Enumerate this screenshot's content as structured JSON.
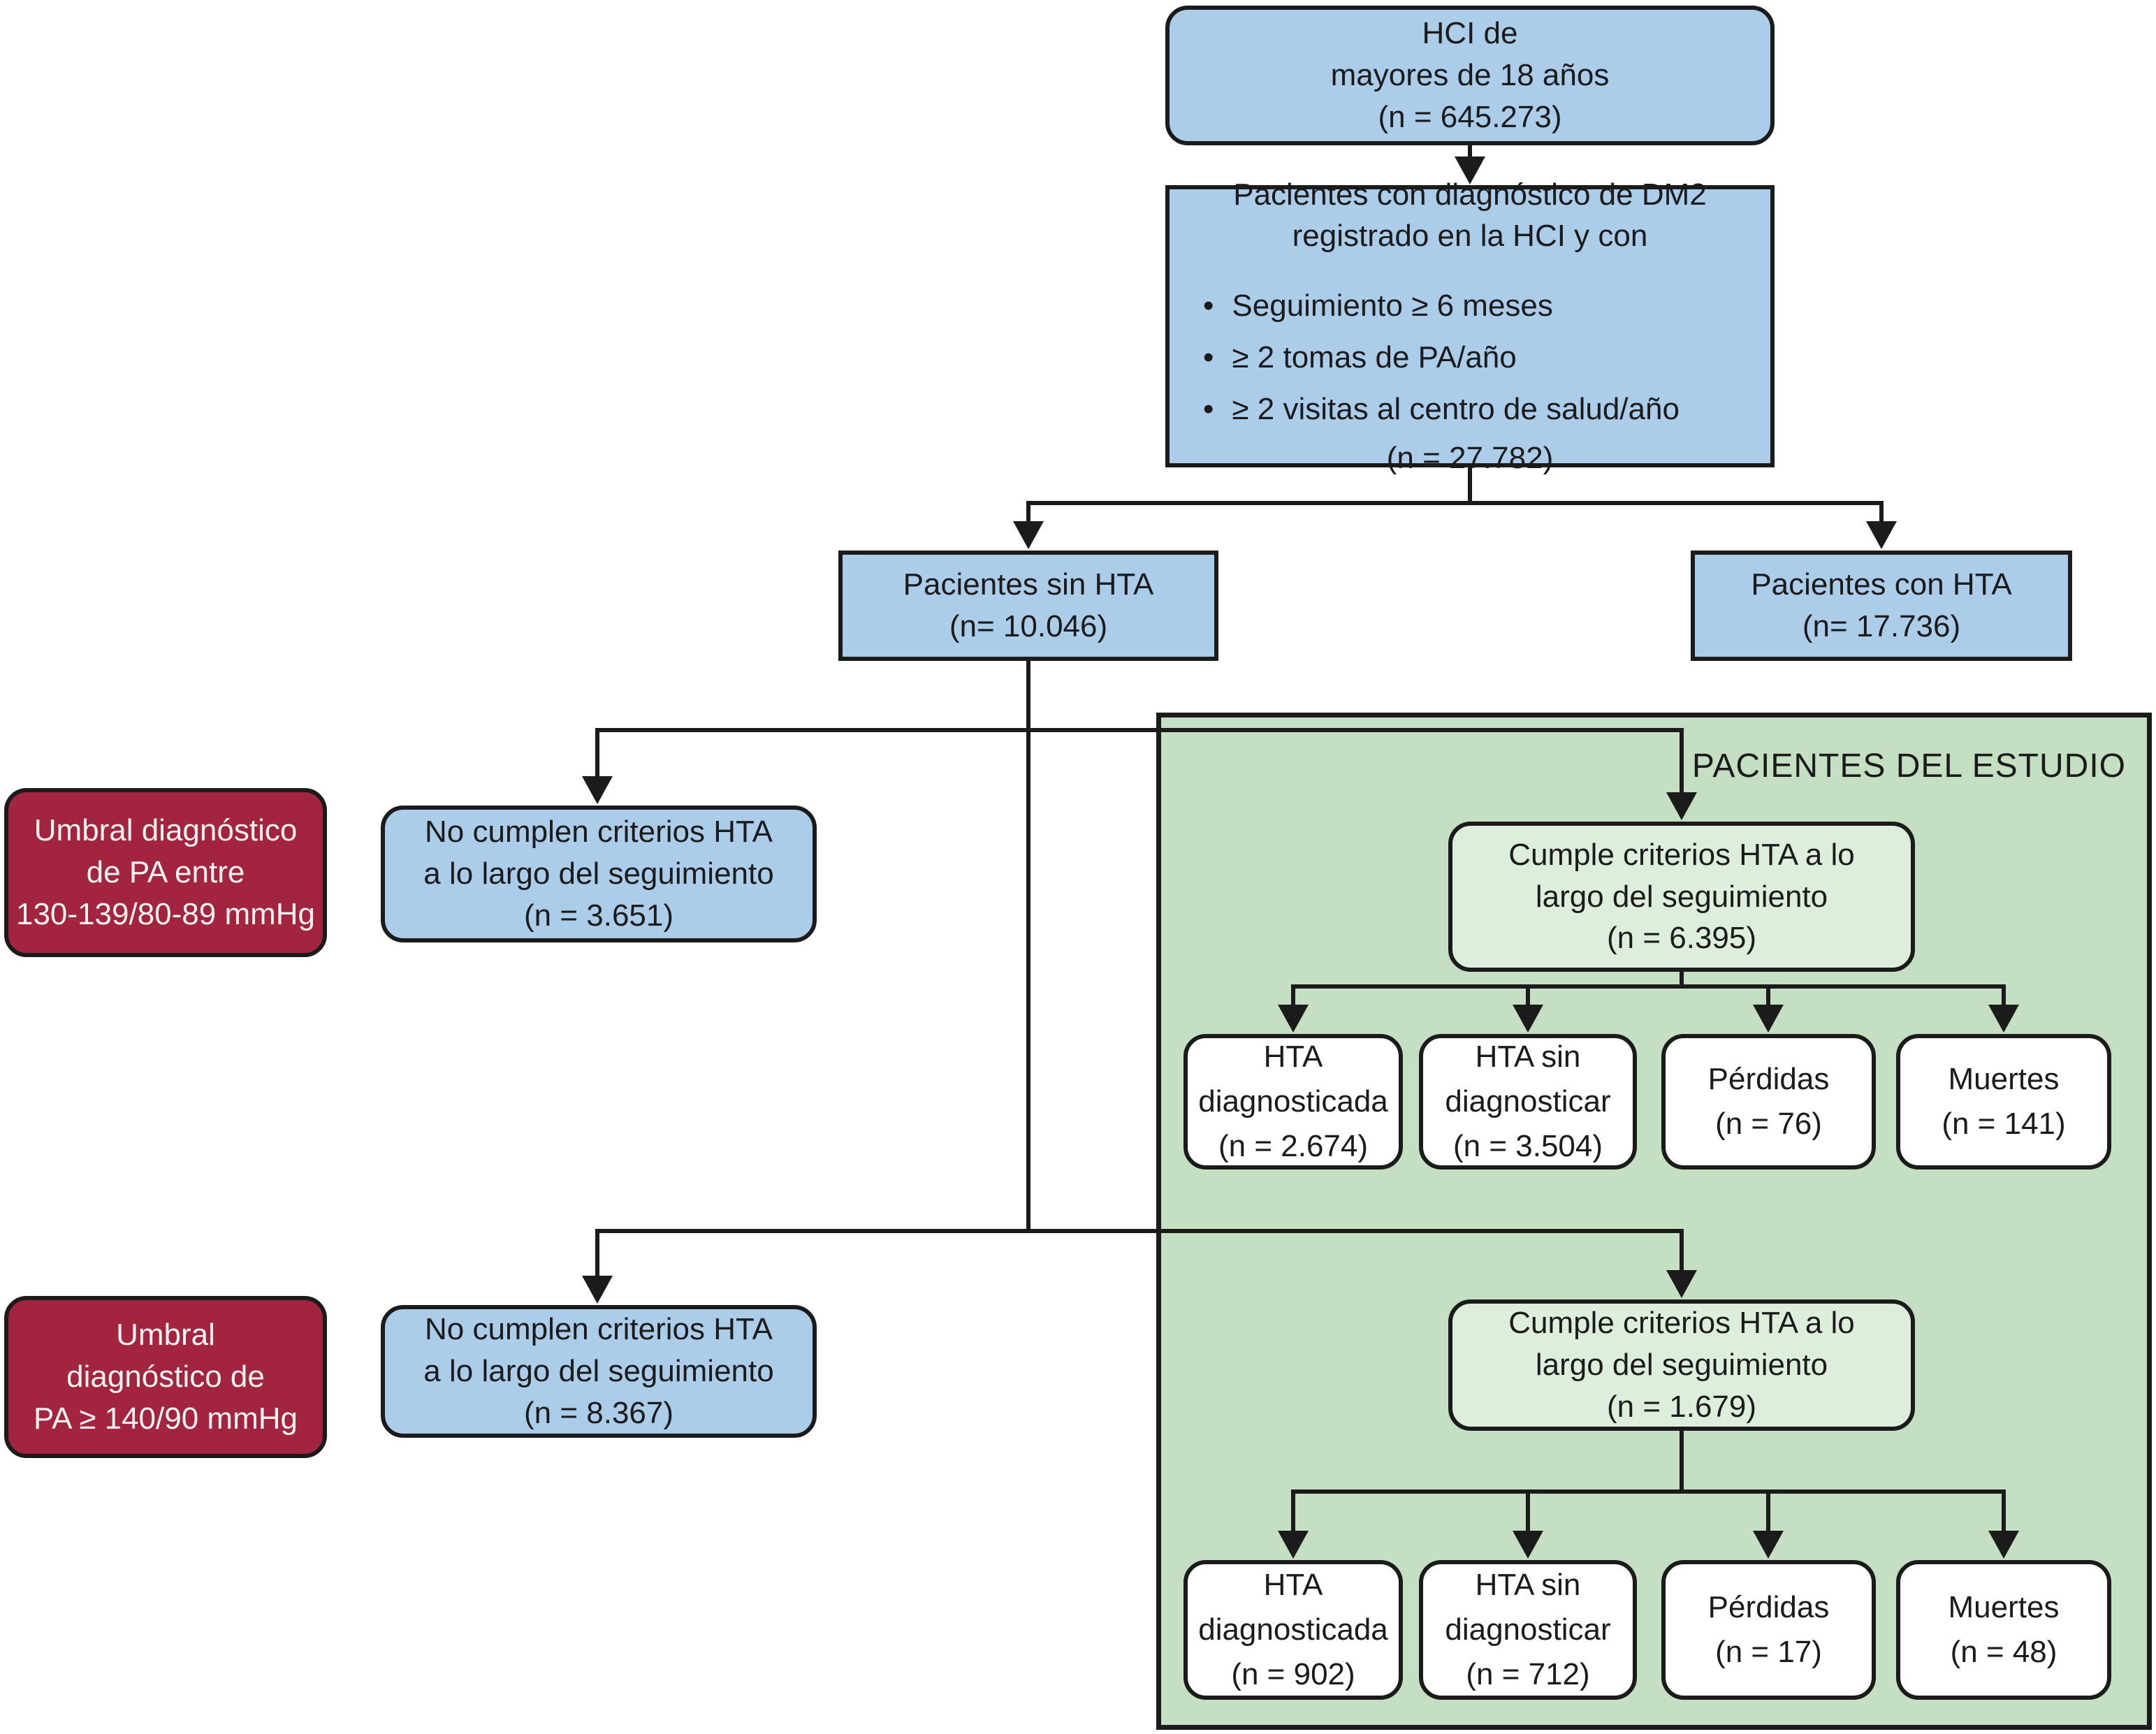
{
  "diagram": {
    "title_label": "PACIENTES DEL ESTUDIO",
    "bullet": "•",
    "nodes": {
      "hci": {
        "lines": [
          "HCI de",
          "mayores de 18 años",
          "(n = 645.273)"
        ]
      },
      "dm2": {
        "heading": [
          "Pacientes con diagnóstico de DM2",
          "registrado en la HCI y con"
        ],
        "bullets": [
          "Seguimiento ≥ 6 meses",
          "≥ 2 tomas de PA/año",
          "≥ 2 visitas al centro de salud/año"
        ],
        "n": "(n = 27.782)"
      },
      "sin_hta": {
        "lines": [
          "Pacientes sin HTA",
          "(n= 10.046)"
        ]
      },
      "con_hta": {
        "lines": [
          "Pacientes con HTA",
          "(n= 17.736)"
        ]
      },
      "umbral_1": {
        "lines": [
          "Umbral diagnóstico",
          "de PA entre",
          "130-139/80-89 mmHg"
        ]
      },
      "no_cumplen_1": {
        "lines": [
          "No cumplen criterios HTA",
          "a lo largo del seguimiento",
          "(n = 3.651)"
        ]
      },
      "cumple_1": {
        "lines": [
          "Cumple criterios HTA a lo",
          "largo del seguimiento",
          "(n = 6.395)"
        ]
      },
      "hta_diag_1": {
        "lines": [
          "HTA",
          "diagnosticada",
          "(n = 2.674)"
        ]
      },
      "hta_sin_1": {
        "lines": [
          "HTA sin",
          "diagnosticar",
          "(n = 3.504)"
        ]
      },
      "perdidas_1": {
        "lines": [
          "Pérdidas",
          "(n = 76)"
        ]
      },
      "muertes_1": {
        "lines": [
          "Muertes",
          "(n = 141)"
        ]
      },
      "umbral_2": {
        "lines": [
          "Umbral",
          "diagnóstico de",
          "PA ≥ 140/90 mmHg"
        ]
      },
      "no_cumplen_2": {
        "lines": [
          "No cumplen criterios HTA",
          "a lo largo del seguimiento",
          "(n = 8.367)"
        ]
      },
      "cumple_2": {
        "lines": [
          "Cumple criterios HTA a lo",
          "largo del seguimiento",
          "(n = 1.679)"
        ]
      },
      "hta_diag_2": {
        "lines": [
          "HTA",
          "diagnosticada",
          "(n = 902)"
        ]
      },
      "hta_sin_2": {
        "lines": [
          "HTA sin",
          "diagnosticar",
          "(n = 712)"
        ]
      },
      "perdidas_2": {
        "lines": [
          "Pérdidas",
          "(n = 17)"
        ]
      },
      "muertes_2": {
        "lines": [
          "Muertes",
          "(n = 48)"
        ]
      }
    },
    "colors": {
      "blue": "#accdea",
      "red": "#a2243e",
      "green_panel": "#c4dfc2",
      "green_light": "#deeedd",
      "white": "#ffffff",
      "line": "#1b1b1b",
      "ink": "#1b1b1b"
    }
  }
}
